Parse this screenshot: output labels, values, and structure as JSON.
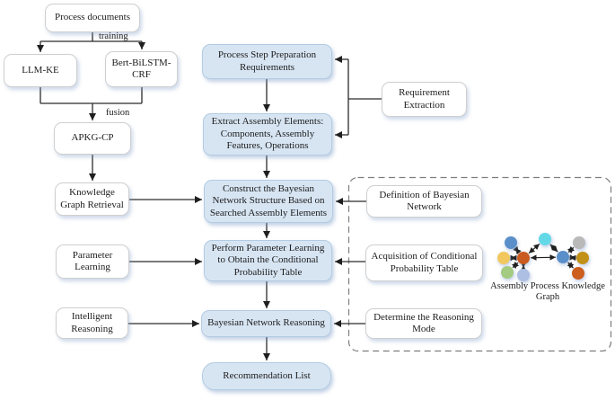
{
  "diagram": {
    "left_flow": {
      "process_documents": "Process documents",
      "training_label": "training",
      "llm_ke": "LLM-KE",
      "bert_bilstm_crf": "Bert-BiLSTM-CRF",
      "fusion_label": "fusion",
      "apkg_cp": "APKG-CP",
      "knowledge_graph_retrieval": "Knowledge Graph Retrieval",
      "parameter_learning": "Parameter Learning",
      "intelligent_reasoning": "Intelligent Reasoning"
    },
    "main_flow": {
      "process_step_preparation": "Process Step Preparation Requirements",
      "extract_assembly_elements": "Extract Assembly Elements: Components, Assembly Features, Operations",
      "construct_bayesian_network": "Construct the Bayesian Network Structure Based on Searched Assembly Elements",
      "perform_parameter_learning": "Perform Parameter Learning to Obtain the Conditional Probability Table",
      "bayesian_network_reasoning": "Bayesian Network Reasoning",
      "recommendation_list": "Recommendation List"
    },
    "right_flow": {
      "requirement_extraction": "Requirement Extraction",
      "definition_of_bayesian_network": "Definition of Bayesian Network",
      "acquisition_of_cpt": "Acquisition of Conditional Probability Table",
      "determine_reasoning_mode": "Determine the Reasoning Mode"
    },
    "knowledge_graph": {
      "caption": "Assembly Process Knowledge Graph",
      "node_colors": [
        "#5b8fc9",
        "#63d9e8",
        "#b9b9b9",
        "#f2c85e",
        "#c95a20",
        "#5b8fc9",
        "#c29118",
        "#a3cb81",
        "#adbfe2",
        "#cc5e1e"
      ]
    },
    "colors": {
      "highlight_box_fill": "#d7e5f3",
      "highlight_box_border": "#b3cbe2",
      "plain_box_border": "#cfcfcf",
      "arrow": "#2b2b2b",
      "dashed_frame": "#7d7d7d"
    }
  }
}
